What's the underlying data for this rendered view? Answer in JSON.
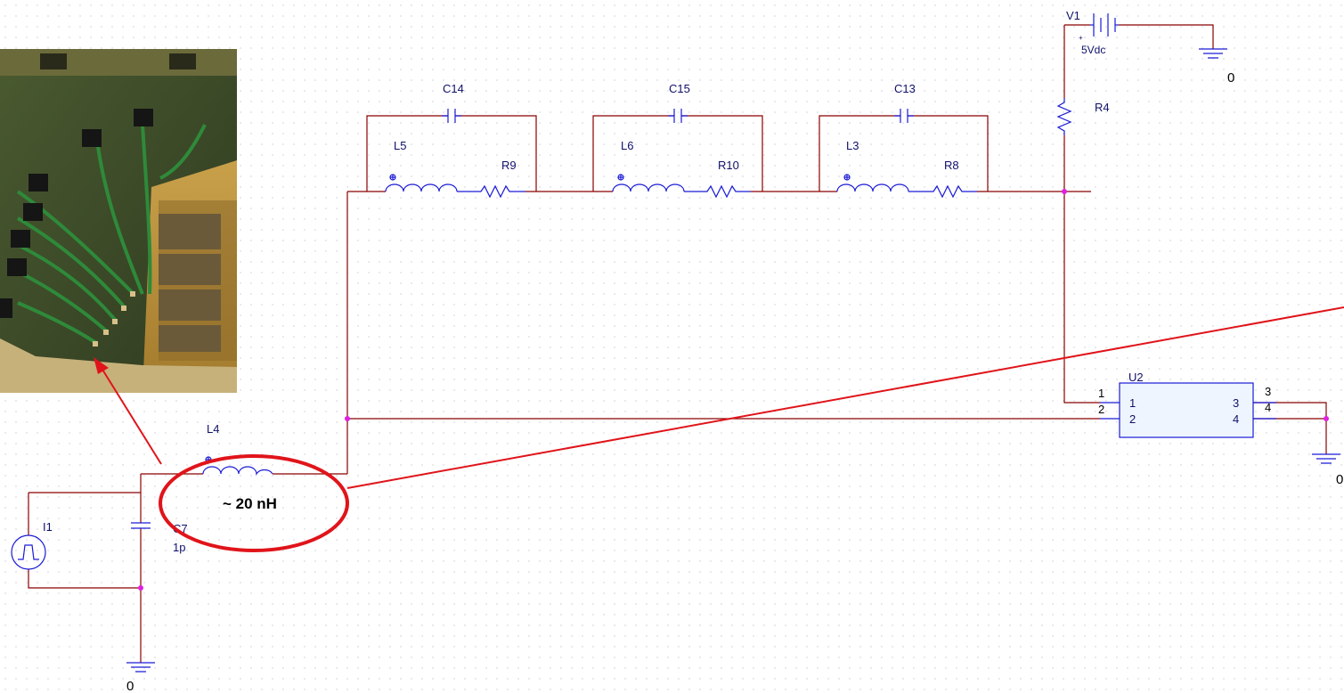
{
  "colors": {
    "wire": "#8b0000",
    "component": "#1a1ad6",
    "label": "#10106a",
    "junction": "#e020e0",
    "annotation": "#e0141a",
    "ic_fill": "#eef5ff"
  },
  "components": {
    "c14": "C14",
    "c15": "C15",
    "c13": "C13",
    "l5": "L5",
    "l6": "L6",
    "l3": "L3",
    "l4": "L4",
    "r9": "R9",
    "r10": "R10",
    "r8": "R8",
    "r4": "R4",
    "v1": "V1",
    "v1_value": "5Vdc",
    "c7": "C7",
    "c7_value": "1p",
    "i1": "I1",
    "u2": "U2"
  },
  "ground_label": "0",
  "u2_pins": {
    "left_outer": [
      "1",
      "2"
    ],
    "left_inner": [
      "1",
      "2"
    ],
    "right_inner": [
      "3",
      "4"
    ],
    "right_outer": [
      "3",
      "4"
    ]
  },
  "annotation": {
    "text": "~ 20 nH"
  },
  "photo": {
    "icon": "pcb-photo"
  }
}
